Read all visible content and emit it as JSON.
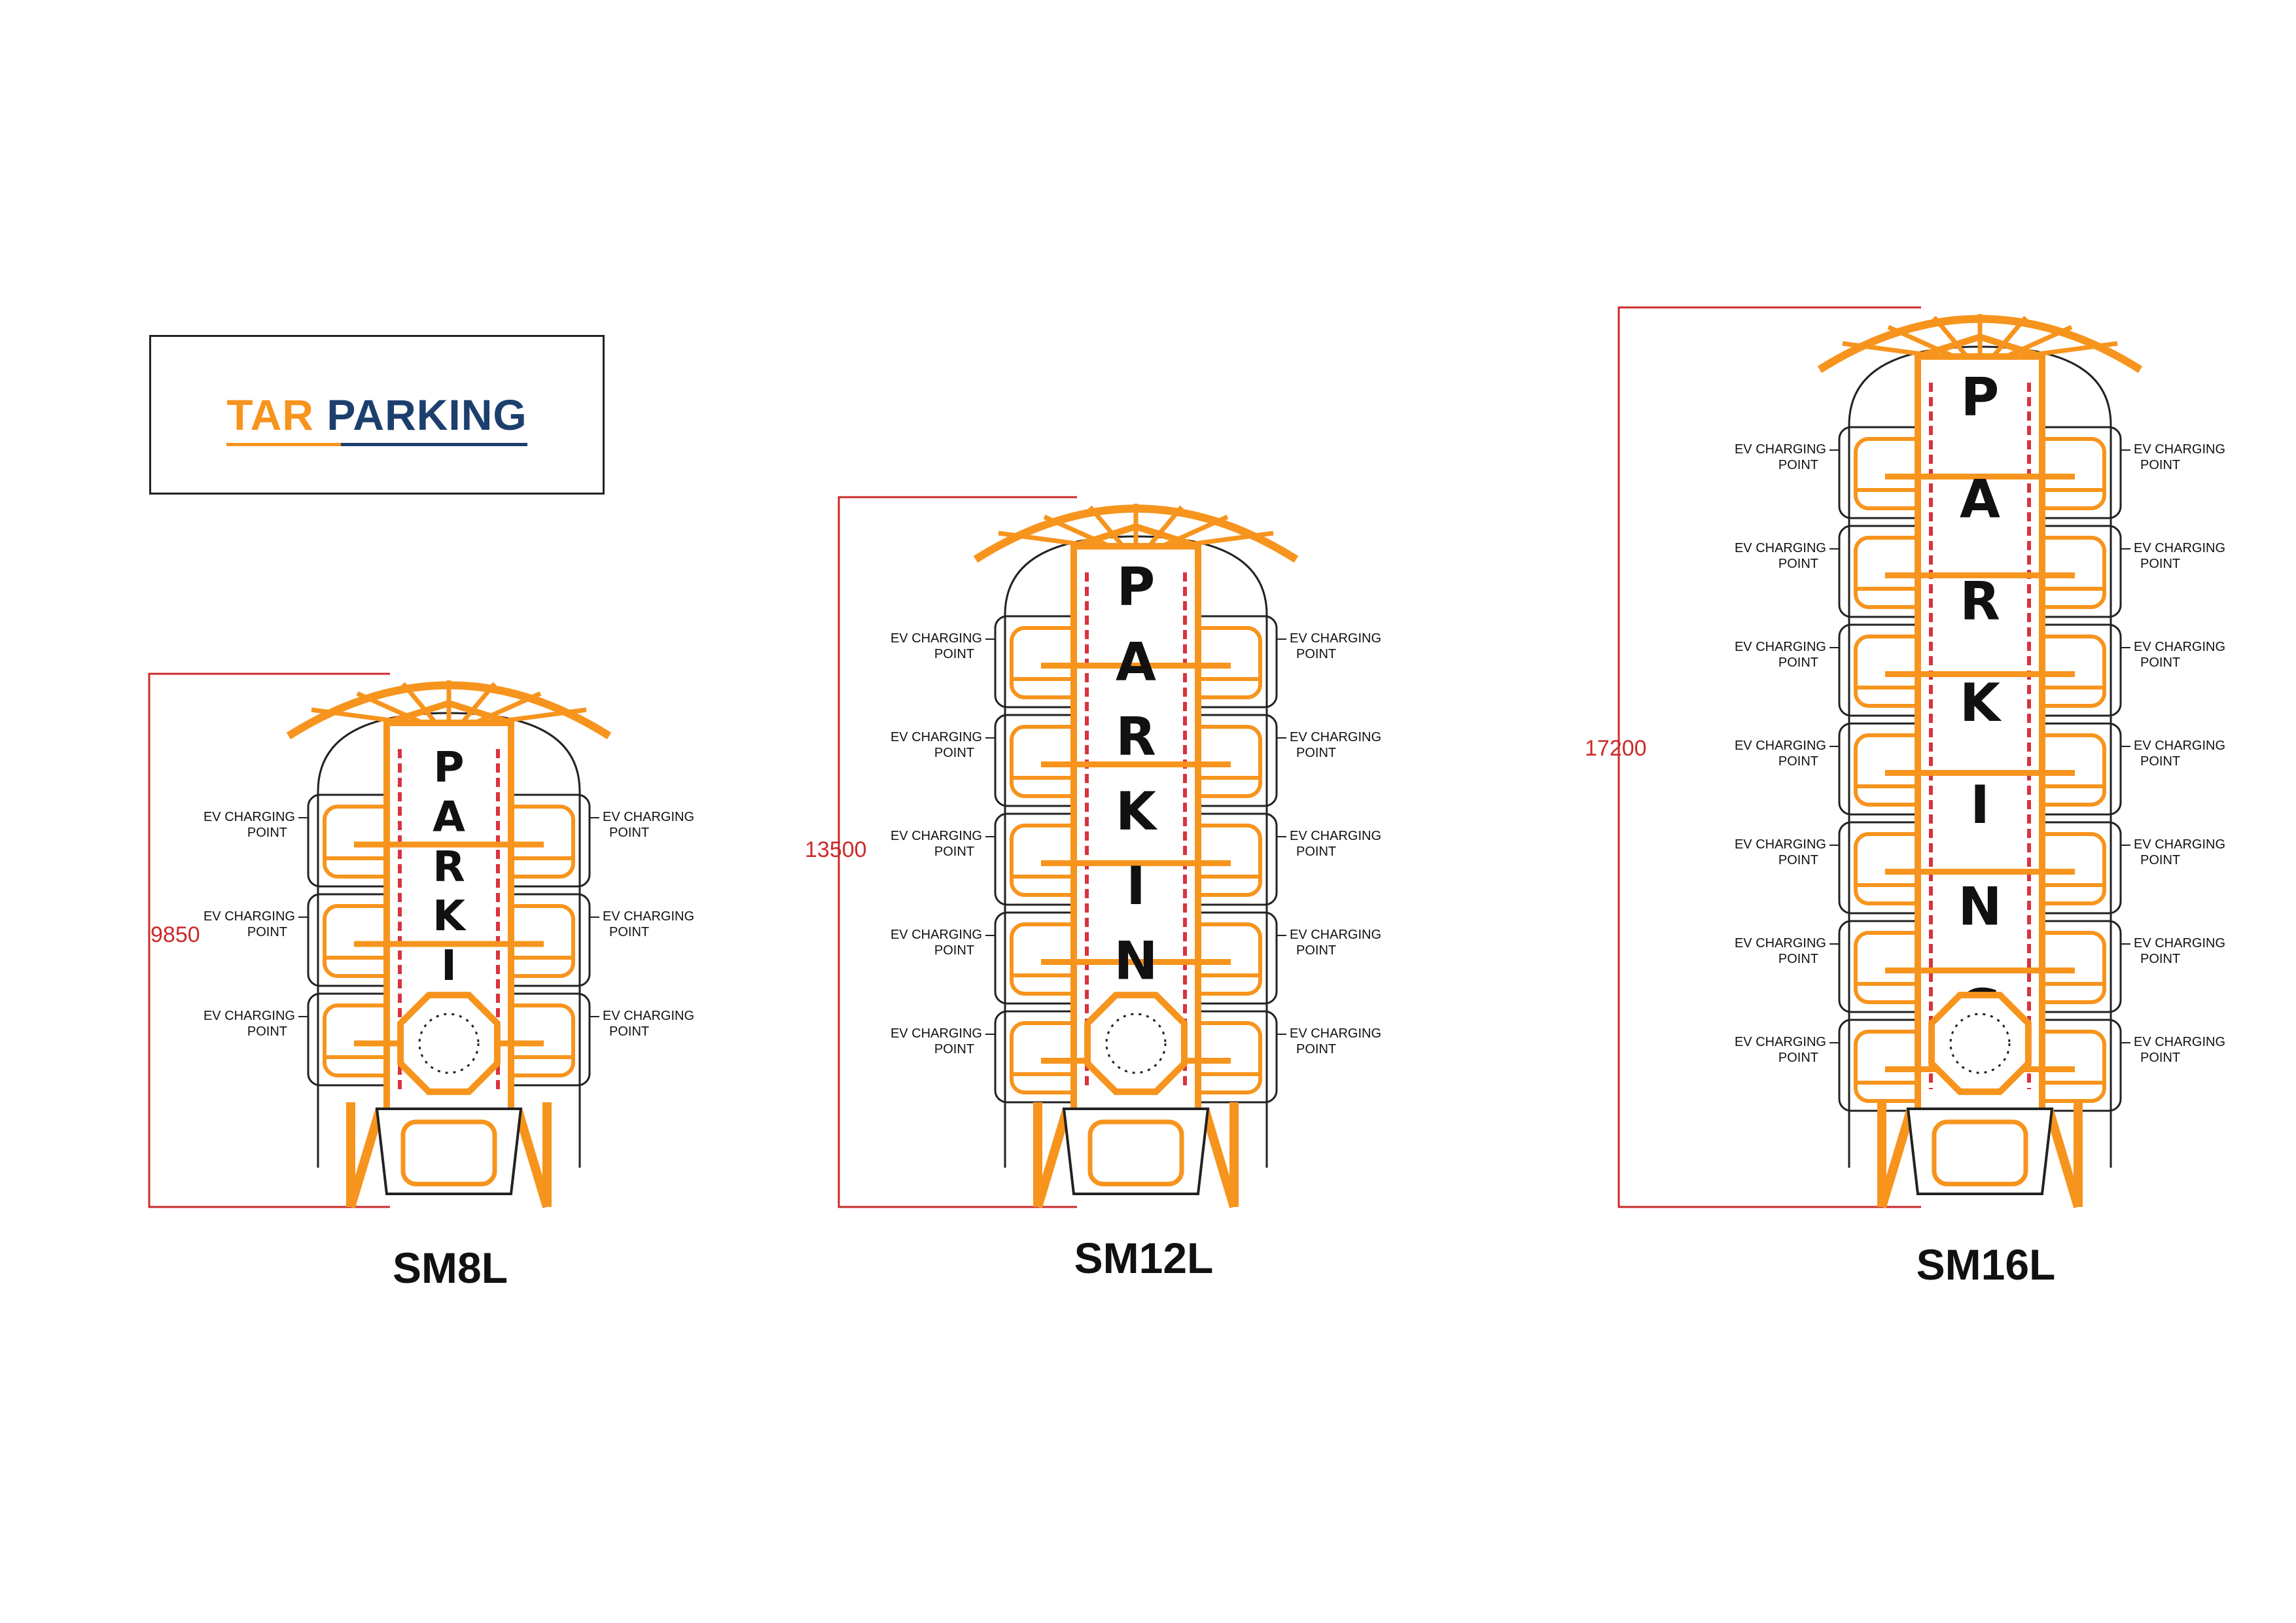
{
  "logo": {
    "part1": "TAR",
    "part2": "PARKING",
    "color_primary": "#f7941d",
    "color_secondary": "#1c3f6e"
  },
  "colors": {
    "frame": "#f7941d",
    "dimension": "#cc2b2b",
    "outline": "#222222",
    "rail": "#d9333f"
  },
  "ev_label": {
    "line1": "EV CHARGING",
    "line2": "POINT"
  },
  "tower_word": "PARKING",
  "models": [
    {
      "name": "SM8L",
      "height": "9850",
      "levels": 3
    },
    {
      "name": "SM12L",
      "height": "13500",
      "levels": 5
    },
    {
      "name": "SM16L",
      "height": "17200",
      "levels": 7
    }
  ]
}
